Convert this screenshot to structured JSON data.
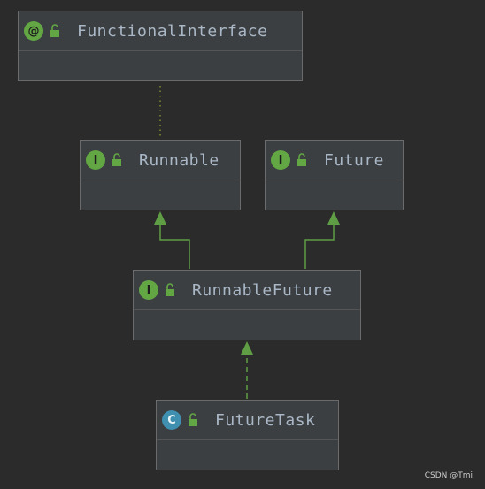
{
  "diagram": {
    "nodes": [
      {
        "id": "functional-interface",
        "kind": "annotation",
        "badge": "@",
        "name": "FunctionalInterface"
      },
      {
        "id": "runnable",
        "kind": "interface",
        "badge": "I",
        "name": "Runnable"
      },
      {
        "id": "future",
        "kind": "interface",
        "badge": "I",
        "name": "Future"
      },
      {
        "id": "runnable-future",
        "kind": "interface",
        "badge": "I",
        "name": "RunnableFuture"
      },
      {
        "id": "future-task",
        "kind": "class",
        "badge": "C",
        "name": "FutureTask"
      }
    ],
    "edges": [
      {
        "from": "runnable",
        "to": "functional-interface",
        "type": "annotated-by",
        "style": "dotted"
      },
      {
        "from": "runnable-future",
        "to": "runnable",
        "type": "extends",
        "style": "solid"
      },
      {
        "from": "runnable-future",
        "to": "future",
        "type": "extends",
        "style": "solid"
      },
      {
        "from": "future-task",
        "to": "runnable-future",
        "type": "implements",
        "style": "dashed"
      }
    ]
  },
  "colors": {
    "background": "#2b2b2b",
    "node_fill": "#3c3f41",
    "node_border": "#6b6b6b",
    "text": "#a9b7c6",
    "interface_badge": "#62a744",
    "class_badge": "#3f8fb0",
    "edge": "#5f9e45",
    "dotted_edge": "#7f8b35"
  },
  "watermark": "CSDN @Tmi"
}
